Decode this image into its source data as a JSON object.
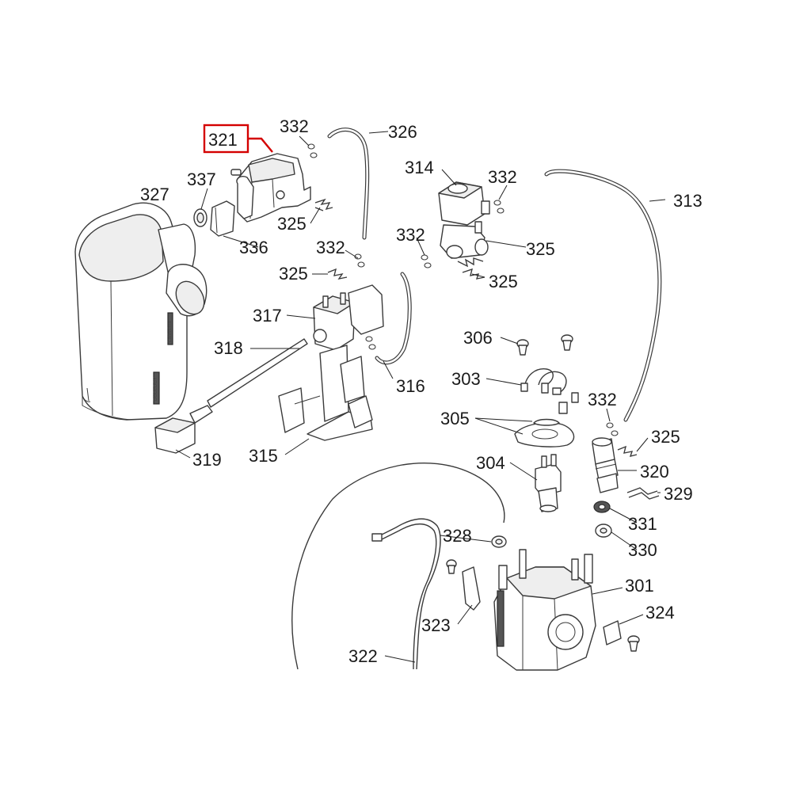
{
  "diagram": {
    "type": "exploded-parts-diagram",
    "highlighted_part": "321",
    "callouts": [
      {
        "id": "c-321",
        "text": "321",
        "highlighted": true
      },
      {
        "id": "c-332a",
        "text": "332"
      },
      {
        "id": "c-326",
        "text": "326"
      },
      {
        "id": "c-337",
        "text": "337"
      },
      {
        "id": "c-327",
        "text": "327"
      },
      {
        "id": "c-325a",
        "text": "325"
      },
      {
        "id": "c-336",
        "text": "336"
      },
      {
        "id": "c-314",
        "text": "314"
      },
      {
        "id": "c-332b",
        "text": "332"
      },
      {
        "id": "c-313",
        "text": "313"
      },
      {
        "id": "c-332c",
        "text": "332"
      },
      {
        "id": "c-325b",
        "text": "325"
      },
      {
        "id": "c-332d",
        "text": "332"
      },
      {
        "id": "c-325c",
        "text": "325"
      },
      {
        "id": "c-325d",
        "text": "325"
      },
      {
        "id": "c-317",
        "text": "317"
      },
      {
        "id": "c-318",
        "text": "318"
      },
      {
        "id": "c-306",
        "text": "306"
      },
      {
        "id": "c-303",
        "text": "303"
      },
      {
        "id": "c-316",
        "text": "316"
      },
      {
        "id": "c-305",
        "text": "305"
      },
      {
        "id": "c-332e",
        "text": "332"
      },
      {
        "id": "c-325e",
        "text": "325"
      },
      {
        "id": "c-319",
        "text": "319"
      },
      {
        "id": "c-315",
        "text": "315"
      },
      {
        "id": "c-304",
        "text": "304"
      },
      {
        "id": "c-320",
        "text": "320"
      },
      {
        "id": "c-329",
        "text": "329"
      },
      {
        "id": "c-331",
        "text": "331"
      },
      {
        "id": "c-328",
        "text": "328"
      },
      {
        "id": "c-330",
        "text": "330"
      },
      {
        "id": "c-301",
        "text": "301"
      },
      {
        "id": "c-323",
        "text": "323"
      },
      {
        "id": "c-324",
        "text": "324"
      },
      {
        "id": "c-322",
        "text": "322"
      }
    ]
  }
}
